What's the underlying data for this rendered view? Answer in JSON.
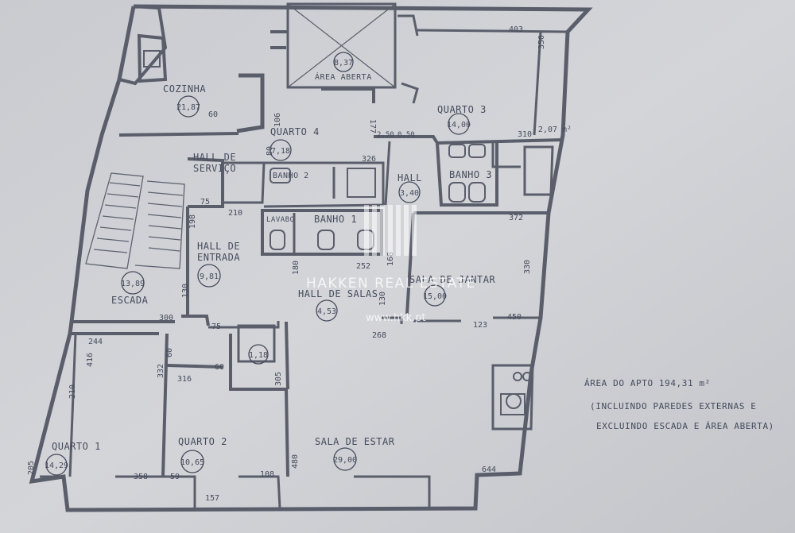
{
  "rooms": {
    "cozinha": "COZINHA",
    "quarto3": "QUARTO 3",
    "quarto4": "QUARTO 4",
    "hall_servico_1": "HALL DE",
    "hall_servico_2": "SERVIÇO",
    "banho2": "BANHO 2",
    "banho3": "BANHO 3",
    "hall": "HALL",
    "lavabo": "LAVABO",
    "banho1": "BANHO 1",
    "hall_entrada_1": "HALL DE",
    "hall_entrada_2": "ENTRADA",
    "escada": "ESCADA",
    "hall_salas": "HALL DE SALAS",
    "sala_jantar": "SALA DE JANTAR",
    "area_aberta": "ÁREA ABERTA",
    "quarto1": "QUARTO 1",
    "quarto2": "QUARTO 2",
    "sala_estar": "SALA DE ESTAR"
  },
  "areas": {
    "cozinha": "21,87",
    "area_aberta": "8,37",
    "quarto3": "14,00",
    "quarto4": "7,18",
    "hall": "3,40",
    "escada": "13,89",
    "hall_entrada": "9,81",
    "hall_salas": "4,53",
    "sala_jantar": "15,00",
    "closet": "1,18",
    "quarto1": "14,29",
    "quarto2": "10,65",
    "sala_estar": "29,00",
    "annex": "2,07 m²"
  },
  "dims": {
    "d403": "403",
    "d350": "350",
    "d310": "310",
    "d60a": "60",
    "d106": "106",
    "d177": "177",
    "d250a": "2,50",
    "d250b": "0,50",
    "d80": "80",
    "d326": "326",
    "d75a": "75",
    "d210a": "210",
    "d198": "198",
    "d372": "372",
    "d168": "168",
    "d180": "180",
    "d252": "252",
    "d330": "330",
    "d130a": "130",
    "d130b": "130",
    "d300": "300",
    "d75b": "75",
    "d268": "268",
    "d123": "123",
    "d450": "450",
    "d244": "244",
    "d416": "416",
    "d60b": "60",
    "d332": "332",
    "d316": "316",
    "d60c": "60",
    "d305": "305",
    "d210b": "210",
    "d205": "205",
    "d358": "358",
    "d59": "59",
    "d157": "157",
    "d108": "108",
    "d480": "480",
    "d644": "644"
  },
  "notes": {
    "line1": "ÁREA DO APTO 194,31 m²",
    "line2": "(INCLUINDO PAREDES EXTERNAS E",
    "line3": "EXCLUINDO ESCADA E ÁREA ABERTA)"
  },
  "watermark": {
    "brand": "HAKKEN REAL ESTATE",
    "url": "www.hkk.pt"
  }
}
